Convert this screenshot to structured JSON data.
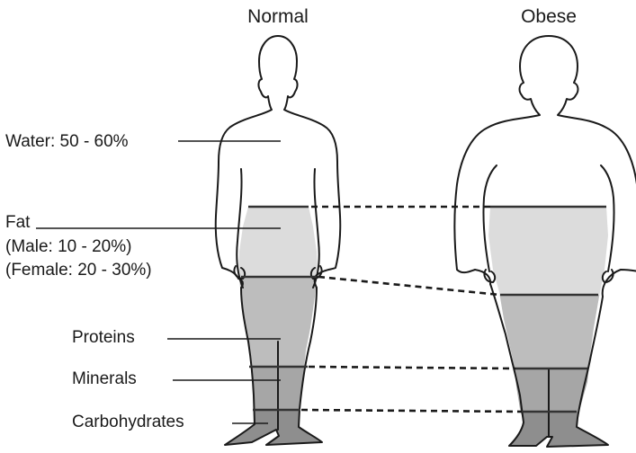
{
  "figures": {
    "normal": {
      "title": "Normal"
    },
    "obese": {
      "title": "Obese"
    }
  },
  "labels": {
    "water": "Water: 50 - 60%",
    "fat": "Fat",
    "fat_male": "(Male: 10 - 20%)",
    "fat_female": "(Female: 20 - 30%)",
    "proteins": "Proteins",
    "minerals": "Minerals",
    "carbohydrates": "Carbohydrates"
  },
  "colors": {
    "outline": "#1a1a1a",
    "fat": "#dcdcdc",
    "proteins": "#bdbdbd",
    "minerals": "#a6a6a6",
    "carbohydrates": "#8e8e8e"
  }
}
